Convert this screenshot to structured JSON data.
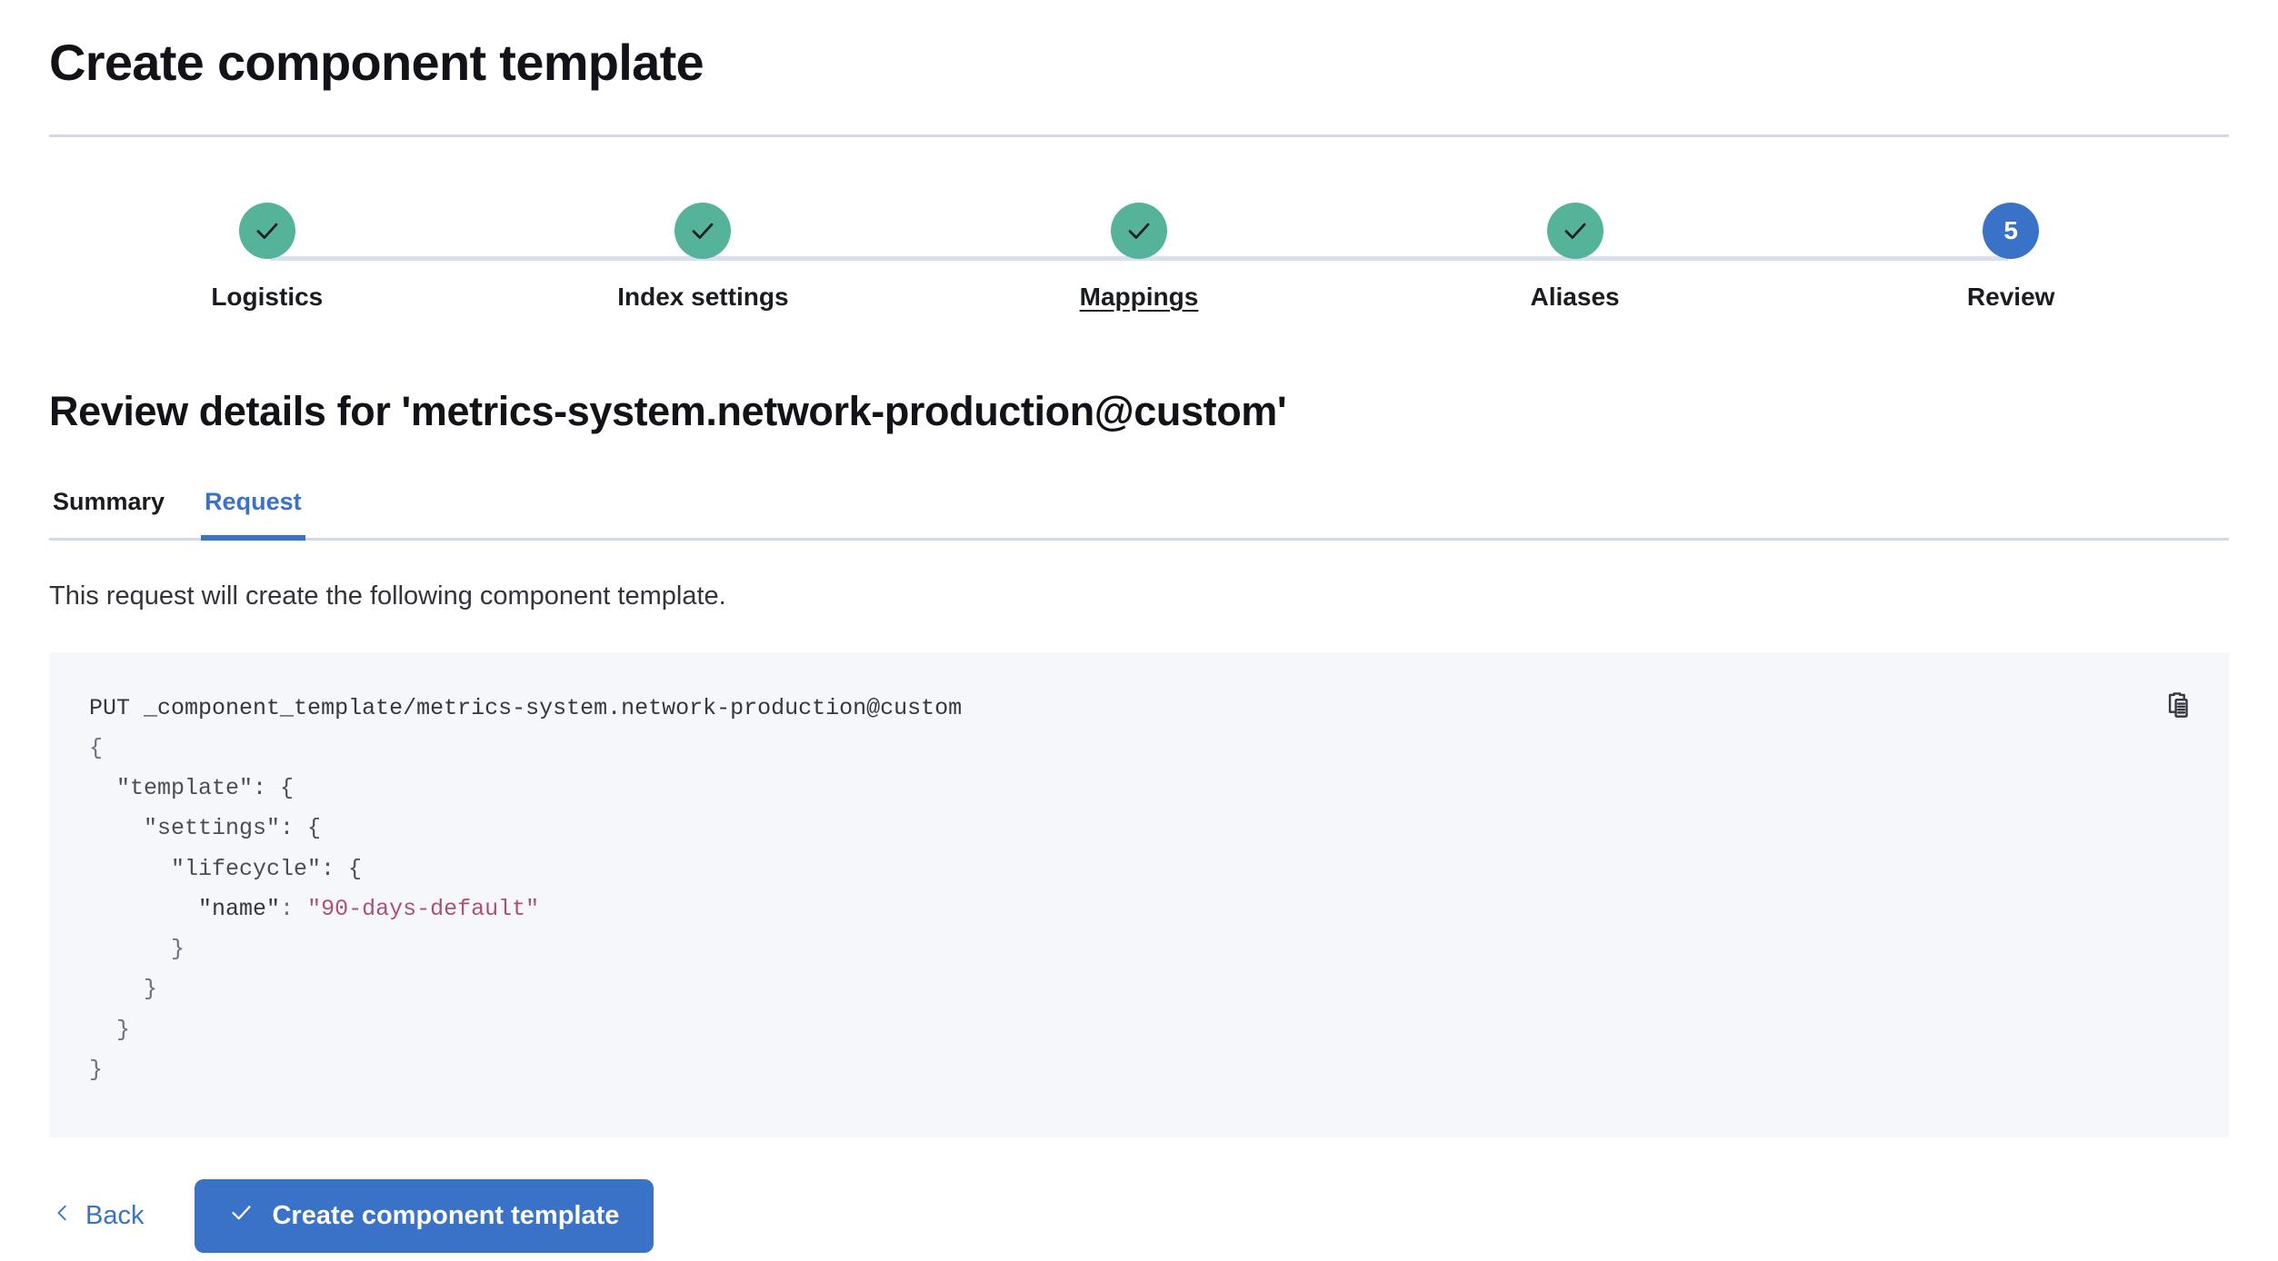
{
  "header": {
    "title": "Create component template"
  },
  "stepper": {
    "completed_color": "#54b399",
    "current_color": "#3a72c8",
    "connector_color": "#d9dfec",
    "steps": [
      {
        "label": "Logistics",
        "state": "complete",
        "number": "1",
        "icon": "check-icon"
      },
      {
        "label": "Index settings",
        "state": "complete",
        "number": "2",
        "icon": "check-icon"
      },
      {
        "label": "Mappings",
        "state": "complete",
        "number": "3",
        "icon": "check-icon",
        "underlined": true
      },
      {
        "label": "Aliases",
        "state": "complete",
        "number": "4",
        "icon": "check-icon"
      },
      {
        "label": "Review",
        "state": "current",
        "number": "5",
        "icon": ""
      }
    ]
  },
  "review": {
    "heading": "Review details for 'metrics-system.network-production@custom'"
  },
  "tabs": {
    "items": [
      {
        "label": "Summary",
        "active": false
      },
      {
        "label": "Request",
        "active": true
      }
    ],
    "active_color": "#3a72c8"
  },
  "request": {
    "description": "This request will create the following component template.",
    "copy_icon": "copy-clipboard-icon",
    "code": {
      "method": "PUT",
      "path": "_component_template/metrics-system.network-production@custom",
      "lines": [
        "{",
        "  \"template\": {",
        "    \"settings\": {",
        "      \"lifecycle\": {",
        "        \"name\": \"90-days-default\"",
        "      }",
        "    }",
        "  }",
        "}"
      ],
      "string_value": "\"90-days-default\"",
      "string_color": "#a8527a",
      "background": "#f6f7fb"
    }
  },
  "footer": {
    "back_label": "Back",
    "back_icon": "chevron-left-icon",
    "submit_label": "Create component template",
    "submit_icon": "check-icon",
    "submit_color": "#3a72c8"
  }
}
